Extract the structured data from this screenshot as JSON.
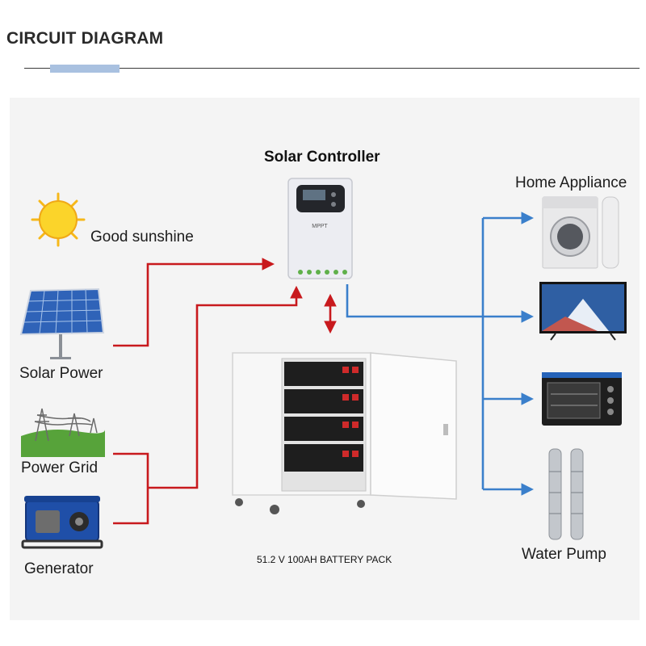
{
  "header": {
    "title": "CIRCUIT DIAGRAM"
  },
  "sources": {
    "sunshine": "Good sunshine",
    "solar_power": "Solar Power",
    "power_grid": "Power Grid",
    "generator": "Generator"
  },
  "controller": {
    "title": "Solar Controller",
    "badge": "MPPT"
  },
  "battery": {
    "label": "51.2 V 100AH BATTERY PACK"
  },
  "loads": {
    "home_appliance": "Home Appliance",
    "water_pump": "Water Pump"
  },
  "colors": {
    "input_line": "#c8191d",
    "output_line": "#3a7fcb",
    "accent": "#a9c1e0"
  }
}
